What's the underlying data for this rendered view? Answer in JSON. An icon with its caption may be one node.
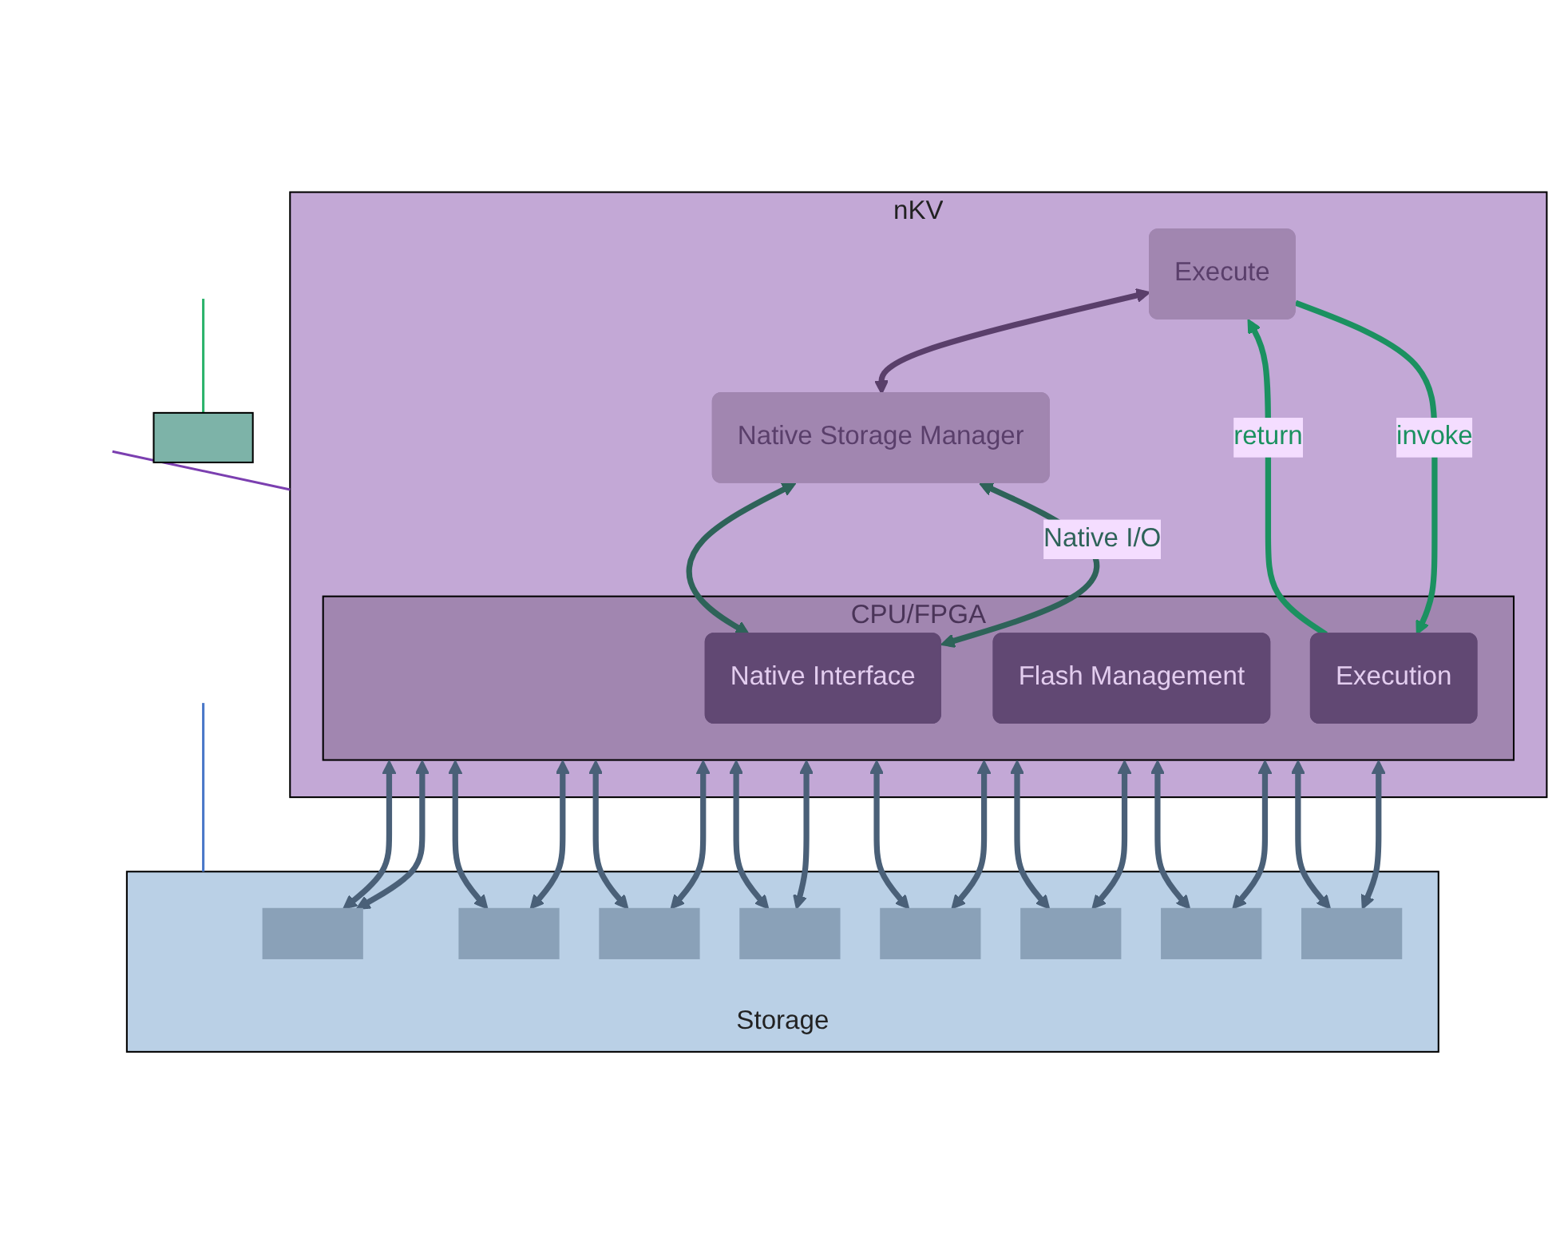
{
  "diagram": {
    "nodes": [
      {
        "text": [
          "nKV"
        ]
      },
      {
        "text": [
          "Execute"
        ],
        "in": 0
      },
      {
        "text": [
          "Native Storage Manager"
        ],
        "in": 0
      },
      {
        "text": [],
        "shape": "box"
      },
      {
        "text": [
          "CPU/FPGA"
        ],
        "in": 0
      },
      {
        "text": [
          "Native Interface"
        ],
        "in": 4
      },
      {
        "text": [
          "Flash Management"
        ],
        "in": 4
      },
      {
        "text": [
          "Execution"
        ],
        "in": 4
      },
      {
        "text": [
          "Storage"
        ]
      },
      {
        "text": [],
        "shape": "box",
        "in": 8
      },
      {
        "text": [],
        "shape": "box",
        "in": 8
      },
      {
        "text": [],
        "shape": "box",
        "in": 8
      },
      {
        "text": [],
        "shape": "box",
        "in": 8
      },
      {
        "text": [],
        "shape": "box",
        "in": 8
      },
      {
        "text": [],
        "shape": "box",
        "in": 8
      },
      {
        "text": [],
        "shape": "box",
        "in": 8
      },
      {
        "text": [],
        "shape": "box",
        "in": 8
      }
    ],
    "edges": [
      {
        "from": 1,
        "to": 2,
        "arrow": "both",
        "color": "#5a3f6b"
      },
      {
        "from": 1,
        "to": 7,
        "arrow": "to",
        "label": "invoke",
        "color": "#1b9160"
      },
      {
        "from": 7,
        "to": 1,
        "arrow": "to",
        "label": "return",
        "color": "#1b9160"
      },
      {
        "from": 2,
        "to": 5,
        "arrow": "both",
        "label": "Native I/O",
        "color": "#2e6359"
      },
      {
        "from": 2,
        "to": 5,
        "arrow": "both",
        "color": "#2e6359"
      },
      {
        "from": 4,
        "to": 9,
        "arrow": "both"
      },
      {
        "from": 4,
        "to": 9,
        "arrow": "both"
      },
      {
        "from": 4,
        "to": 10,
        "arrow": "both"
      },
      {
        "from": 4,
        "to": 10,
        "arrow": "both"
      },
      {
        "from": 4,
        "to": 11,
        "arrow": "both"
      },
      {
        "from": 4,
        "to": 11,
        "arrow": "both"
      },
      {
        "from": 4,
        "to": 12,
        "arrow": "both"
      },
      {
        "from": 4,
        "to": 12,
        "arrow": "both"
      },
      {
        "from": 4,
        "to": 13,
        "arrow": "both"
      },
      {
        "from": 4,
        "to": 13,
        "arrow": "both"
      },
      {
        "from": 4,
        "to": 14,
        "arrow": "both"
      },
      {
        "from": 4,
        "to": 14,
        "arrow": "both"
      },
      {
        "from": 4,
        "to": 15,
        "arrow": "both"
      },
      {
        "from": 4,
        "to": 15,
        "arrow": "both"
      },
      {
        "from": 4,
        "to": 16,
        "arrow": "both"
      },
      {
        "from": 4,
        "to": 16,
        "arrow": "both"
      },
      {
        "from": null,
        "to": 0,
        "arrow": "none",
        "color": "#7b3fb0"
      },
      {
        "from": null,
        "to": 3,
        "arrow": "none",
        "color": "#2bb36b"
      },
      {
        "from": null,
        "to": 8,
        "arrow": "none",
        "color": "#4a78c8"
      }
    ]
  }
}
